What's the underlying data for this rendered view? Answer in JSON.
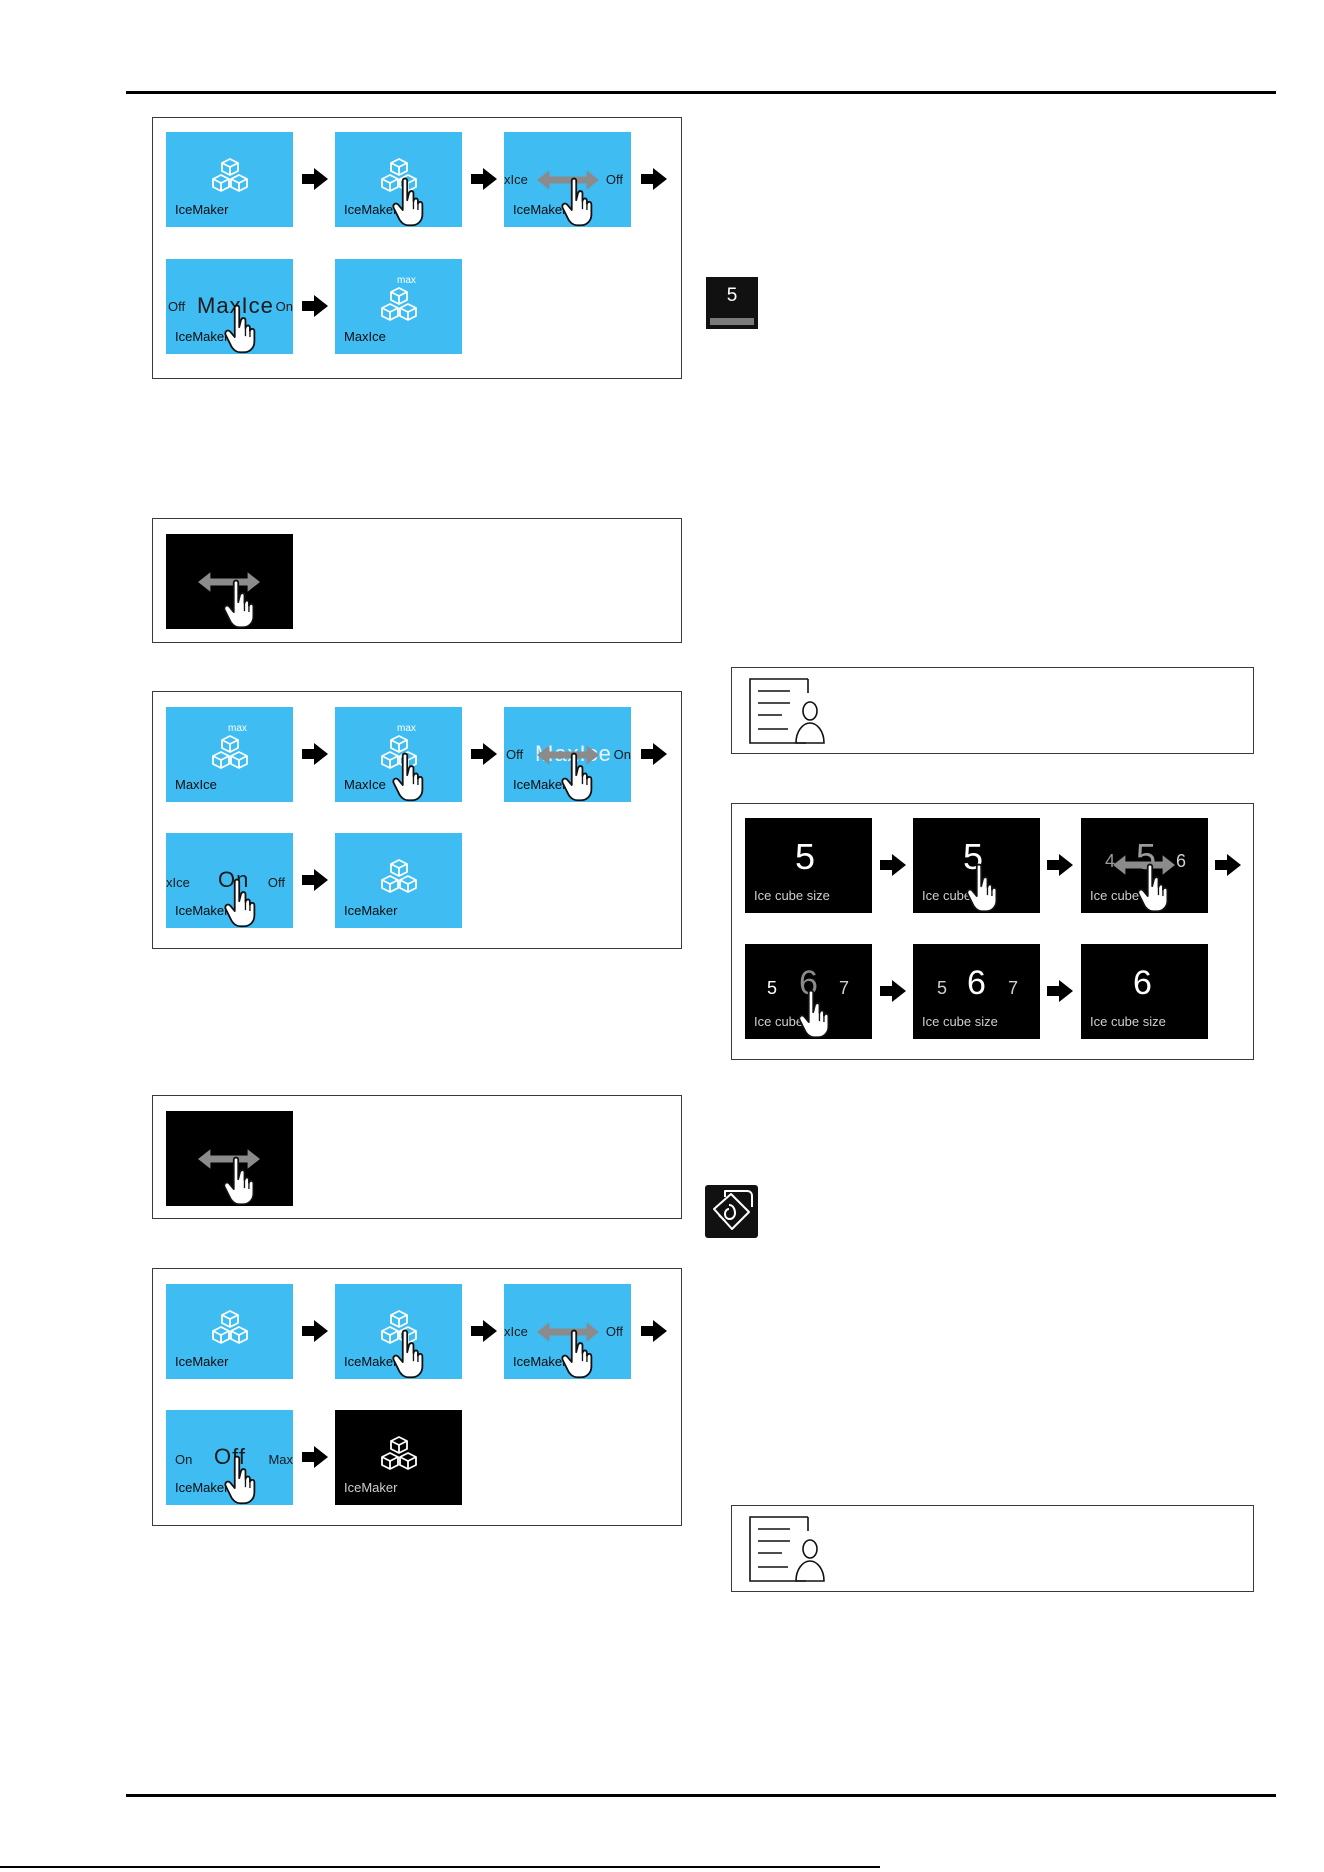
{
  "seq1": {
    "row1": [
      "IceMaker",
      "IceMaker",
      "IceMaker"
    ],
    "row1_selector": {
      "left": "xIce",
      "right": "Off"
    },
    "row2_left_label": "IceMaker",
    "row2_selector": {
      "left": "Off",
      "center": "MaxIce",
      "right": "On"
    },
    "row2_right_label": "MaxIce"
  },
  "seq2": {
    "row1": [
      "MaxIce",
      "MaxIce",
      "IceMaker"
    ],
    "row1_selector": {
      "left": "Off",
      "center": "MaxIce",
      "right": "On"
    },
    "row2_selector": {
      "left": "xIce",
      "center": "On",
      "right": "Off"
    },
    "row2_left_label": "IceMaker",
    "row2_right_label": "IceMaker"
  },
  "seq3": {
    "row1": [
      "IceMaker",
      "IceMaker",
      "IceMaker"
    ],
    "row1_selector": {
      "left": "xIce",
      "right": "Off"
    },
    "row2_selector": {
      "left": "On",
      "center": "Off",
      "right": "Max"
    },
    "row2_left_label": "IceMaker",
    "row2_right_label": "IceMaker"
  },
  "chip": {
    "value": "5"
  },
  "size_seq": {
    "label": "Ice cube size",
    "label_cut": "Ice cube",
    "t1": "5",
    "t2": "5",
    "t3": {
      "left": "4",
      "center": "5",
      "right": "6"
    },
    "t4": {
      "left": "5",
      "center": "6",
      "right": "7"
    },
    "t5": {
      "left": "5",
      "center": "6",
      "right": "7"
    },
    "t6": "6"
  },
  "icons": {
    "cube": "ice-cube-icon",
    "cube_max": "max-ice-cube-icon",
    "hand": "tap-hand-icon",
    "swipe": "swipe-arrows-icon",
    "arrow": "right-arrow-icon",
    "service": "customer-service-icon",
    "cleaning": "cleaning-hand-icon"
  },
  "colors": {
    "tile_blue": "#3fbcf2",
    "tile_dark": "#000000"
  }
}
